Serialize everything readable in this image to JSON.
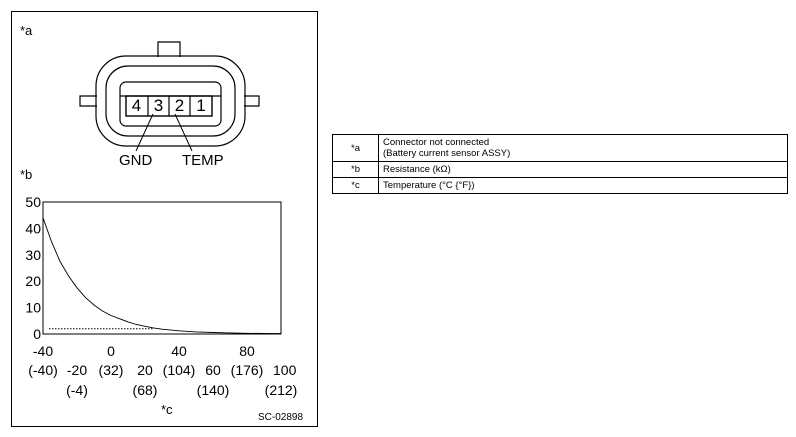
{
  "figure": {
    "connector": {
      "marker": "*a",
      "pins": [
        "4",
        "3",
        "2",
        "1"
      ],
      "wire_labels": [
        "GND",
        "TEMP"
      ]
    },
    "graph_marker": "*b",
    "x_marker": "*c",
    "figure_code": "SC-02898"
  },
  "chart_data": {
    "type": "line",
    "y_ticks": [
      "50",
      "40",
      "30",
      "20",
      "10",
      "0"
    ],
    "x_ticks_c": [
      "-40",
      "-20",
      "0",
      "20",
      "40",
      "60",
      "80",
      "100"
    ],
    "x_ticks_f": [
      "(-40)",
      "(-4)",
      "(32)",
      "(68)",
      "(104)",
      "(140)",
      "(176)",
      "(212)"
    ],
    "xlim": [
      -40,
      100
    ],
    "ylim": [
      0,
      50
    ],
    "grid": false,
    "series": [
      {
        "x": [
          -40,
          -35,
          -30,
          -25,
          -20,
          -15,
          -10,
          -5,
          0,
          5,
          10,
          15,
          20,
          25,
          30,
          40,
          50,
          60,
          70,
          80,
          90,
          100
        ],
        "values": [
          44,
          35,
          27.5,
          22,
          17.5,
          13.8,
          11,
          8.7,
          7,
          5.8,
          4.6,
          3.6,
          2.9,
          2.3,
          1.8,
          1.2,
          0.8,
          0.55,
          0.4,
          0.28,
          0.2,
          0.15
        ]
      }
    ],
    "reference_line": {
      "y": 2,
      "x_end": 25
    }
  },
  "legend_table": [
    {
      "key": "*a",
      "lines": [
        "Connector not connected",
        "(Battery current sensor ASSY)"
      ]
    },
    {
      "key": "*b",
      "lines": [
        "Resistance (kΩ)"
      ]
    },
    {
      "key": "*c",
      "lines": [
        "Temperature (°C {°F})"
      ]
    }
  ]
}
